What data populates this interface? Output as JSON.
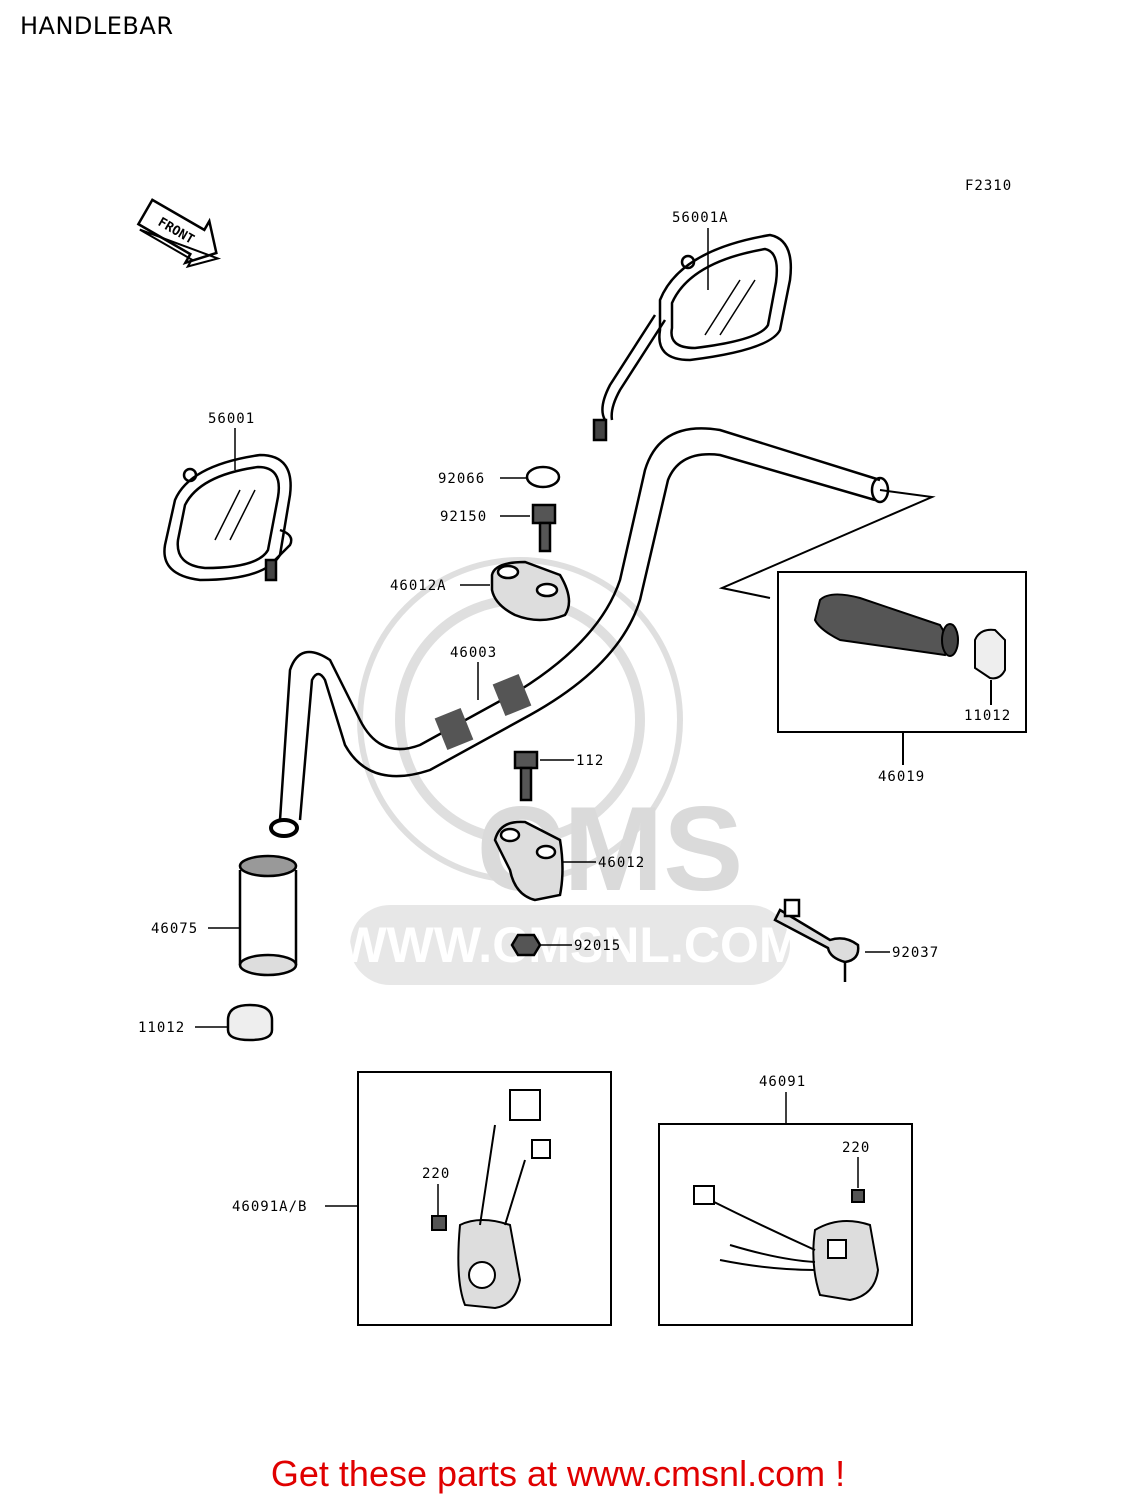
{
  "page": {
    "title": "HANDLEBAR"
  },
  "diagram": {
    "figure_code": "F2310",
    "front_label": "FRONT",
    "watermark": {
      "brand": "CMS",
      "url": "WWW.CMSNL.COM"
    },
    "parts": [
      {
        "id": "p-56001A",
        "number": "56001A"
      },
      {
        "id": "p-56001",
        "number": "56001"
      },
      {
        "id": "p-92066",
        "number": "92066"
      },
      {
        "id": "p-92150",
        "number": "92150"
      },
      {
        "id": "p-46012A",
        "number": "46012A"
      },
      {
        "id": "p-46003",
        "number": "46003"
      },
      {
        "id": "p-112",
        "number": "112"
      },
      {
        "id": "p-46012",
        "number": "46012"
      },
      {
        "id": "p-92015",
        "number": "92015"
      },
      {
        "id": "p-46075",
        "number": "46075"
      },
      {
        "id": "p-11012-left",
        "number": "11012"
      },
      {
        "id": "p-11012-right",
        "number": "11012"
      },
      {
        "id": "p-46019",
        "number": "46019"
      },
      {
        "id": "p-92037",
        "number": "92037"
      },
      {
        "id": "p-46091",
        "number": "46091"
      },
      {
        "id": "p-220-left",
        "number": "220"
      },
      {
        "id": "p-220-right",
        "number": "220"
      },
      {
        "id": "p-46091AB",
        "number": "46091A/B"
      }
    ]
  },
  "footer": {
    "text": "Get these parts at www.cmsnl.com !",
    "color": "#e00000"
  }
}
